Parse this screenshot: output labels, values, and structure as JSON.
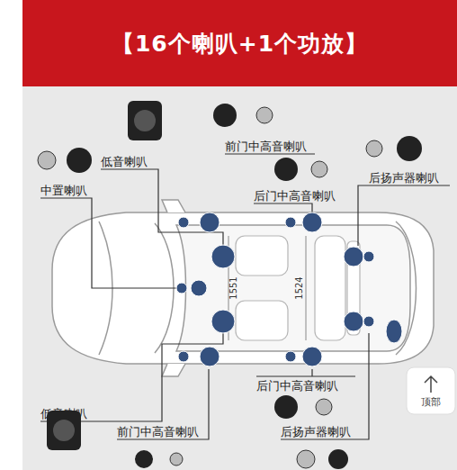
{
  "diagram": {
    "title": "【16个喇叭+1个功放】",
    "labels": [
      "中置喇叭",
      "低音喇叭",
      "前门中高音喇叭",
      "后门中高音喇叭",
      "后扬声器喇叭",
      "1551",
      "1524",
      "后门中高音喇叭",
      "低音喇叭",
      "前门中高音喇叭",
      "后扬声器喇叭",
      "顶部"
    ]
  }
}
